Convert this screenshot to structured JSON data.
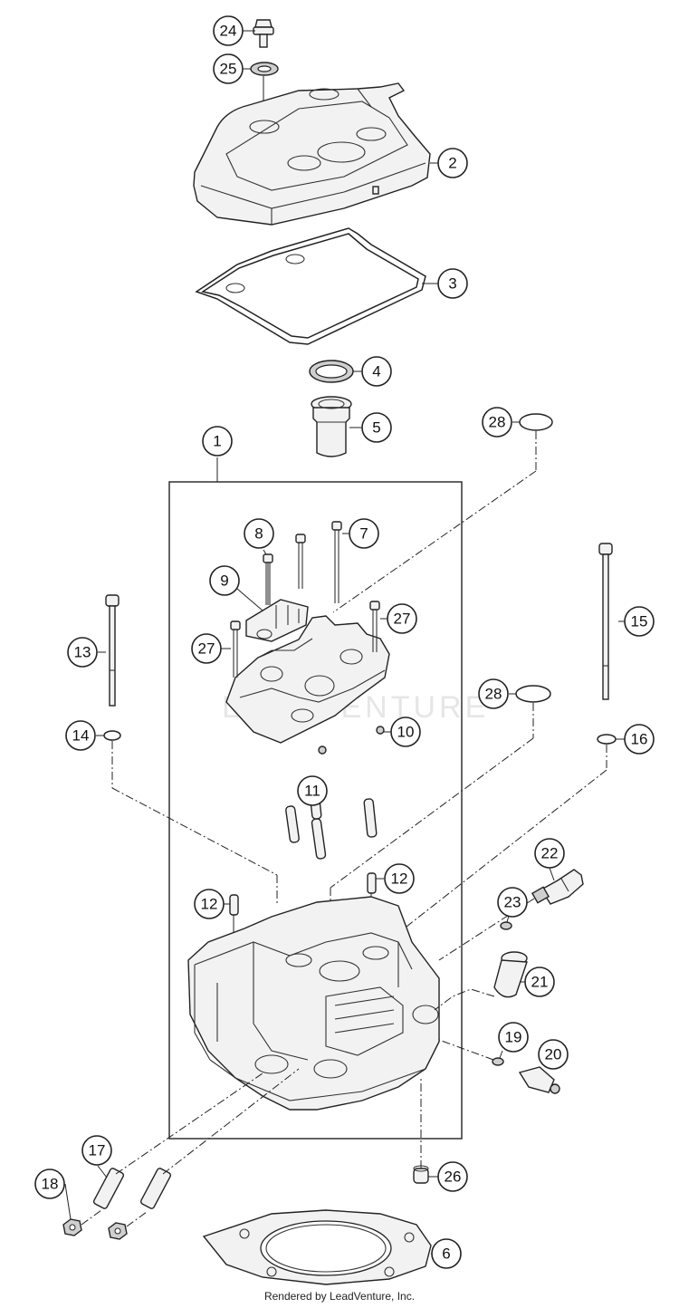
{
  "watermark": {
    "text": "LEADVENTURE"
  },
  "footer": {
    "text": "Rendered by LeadVenture, Inc."
  },
  "callouts": [
    {
      "id": "callout-24",
      "label": "24"
    },
    {
      "id": "callout-25",
      "label": "25"
    },
    {
      "id": "callout-2",
      "label": "2"
    },
    {
      "id": "callout-3",
      "label": "3"
    },
    {
      "id": "callout-4",
      "label": "4"
    },
    {
      "id": "callout-5",
      "label": "5"
    },
    {
      "id": "callout-28a",
      "label": "28"
    },
    {
      "id": "callout-1",
      "label": "1"
    },
    {
      "id": "callout-8",
      "label": "8"
    },
    {
      "id": "callout-7",
      "label": "7"
    },
    {
      "id": "callout-9",
      "label": "9"
    },
    {
      "id": "callout-27a",
      "label": "27"
    },
    {
      "id": "callout-27b",
      "label": "27"
    },
    {
      "id": "callout-15",
      "label": "15"
    },
    {
      "id": "callout-13",
      "label": "13"
    },
    {
      "id": "callout-28b",
      "label": "28"
    },
    {
      "id": "callout-14",
      "label": "14"
    },
    {
      "id": "callout-10",
      "label": "10"
    },
    {
      "id": "callout-16",
      "label": "16"
    },
    {
      "id": "callout-11",
      "label": "11"
    },
    {
      "id": "callout-22",
      "label": "22"
    },
    {
      "id": "callout-12a",
      "label": "12"
    },
    {
      "id": "callout-12b",
      "label": "12"
    },
    {
      "id": "callout-23",
      "label": "23"
    },
    {
      "id": "callout-21",
      "label": "21"
    },
    {
      "id": "callout-19",
      "label": "19"
    },
    {
      "id": "callout-20",
      "label": "20"
    },
    {
      "id": "callout-17",
      "label": "17"
    },
    {
      "id": "callout-18",
      "label": "18"
    },
    {
      "id": "callout-26",
      "label": "26"
    },
    {
      "id": "callout-6",
      "label": "6"
    }
  ]
}
